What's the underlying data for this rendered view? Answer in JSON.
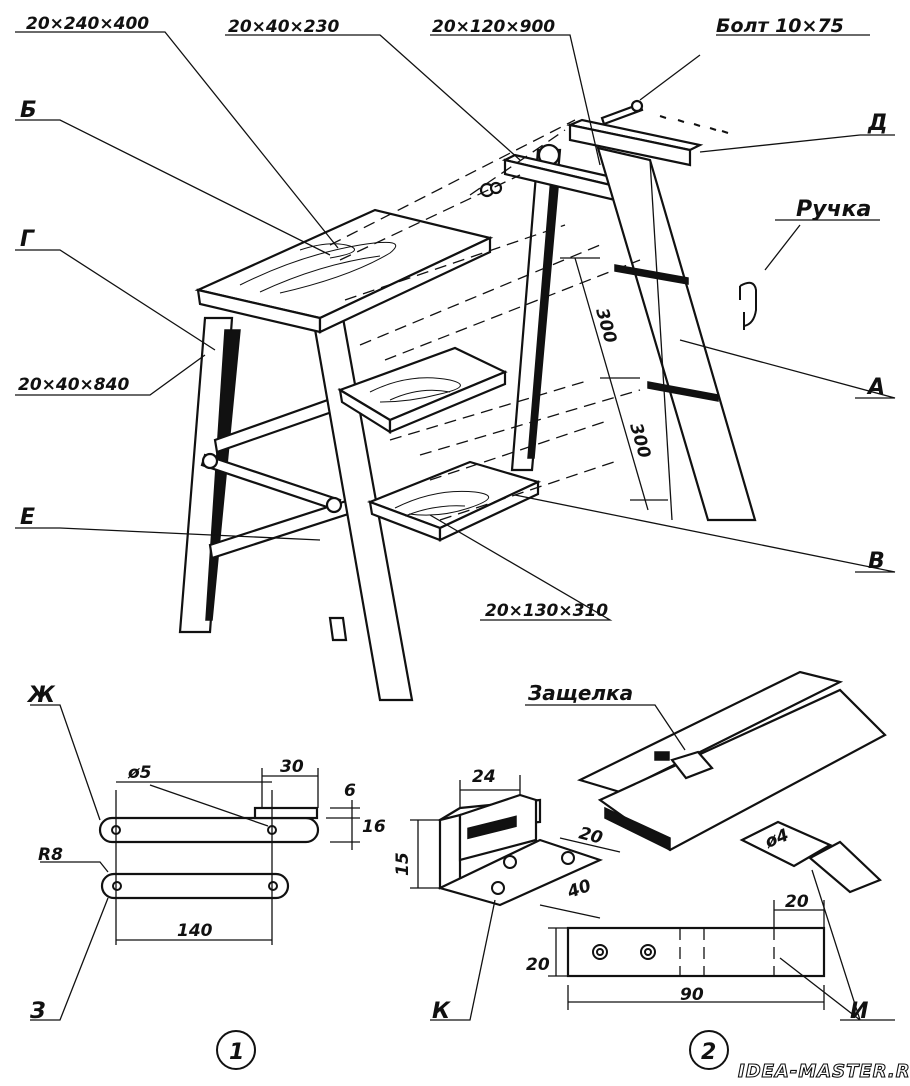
{
  "labels": {
    "b": "Б",
    "g": "Г",
    "e": "Е",
    "a": "А",
    "v": "В",
    "d": "Д",
    "zh": "Ж",
    "z": "З",
    "k": "К",
    "i": "И"
  },
  "dimensions": {
    "top_step": "20×240×400",
    "rear_crossbar": "20×40×230",
    "rear_rail": "20×120×900",
    "bolt": "Болт  10×75",
    "front_leg": "20×40×840",
    "lower_step": "20×130×310",
    "step_gap_1": "300",
    "step_gap_2": "300"
  },
  "callouts": {
    "handle": "Ручка",
    "latch": "Защелка"
  },
  "detail1": {
    "hole": "ø5",
    "length_30": "30",
    "offset_6": "6",
    "height_16": "16",
    "radius": "R8",
    "length_140": "140",
    "number": "1"
  },
  "detail2": {
    "width_24": "24",
    "height_15": "15",
    "width_20": "20",
    "length_40": "40",
    "strip_20a": "20",
    "strip_20b": "20",
    "strip_90": "90",
    "hole_4": "ø4",
    "number": "2"
  },
  "watermark": "IDEA-MASTER.RU"
}
